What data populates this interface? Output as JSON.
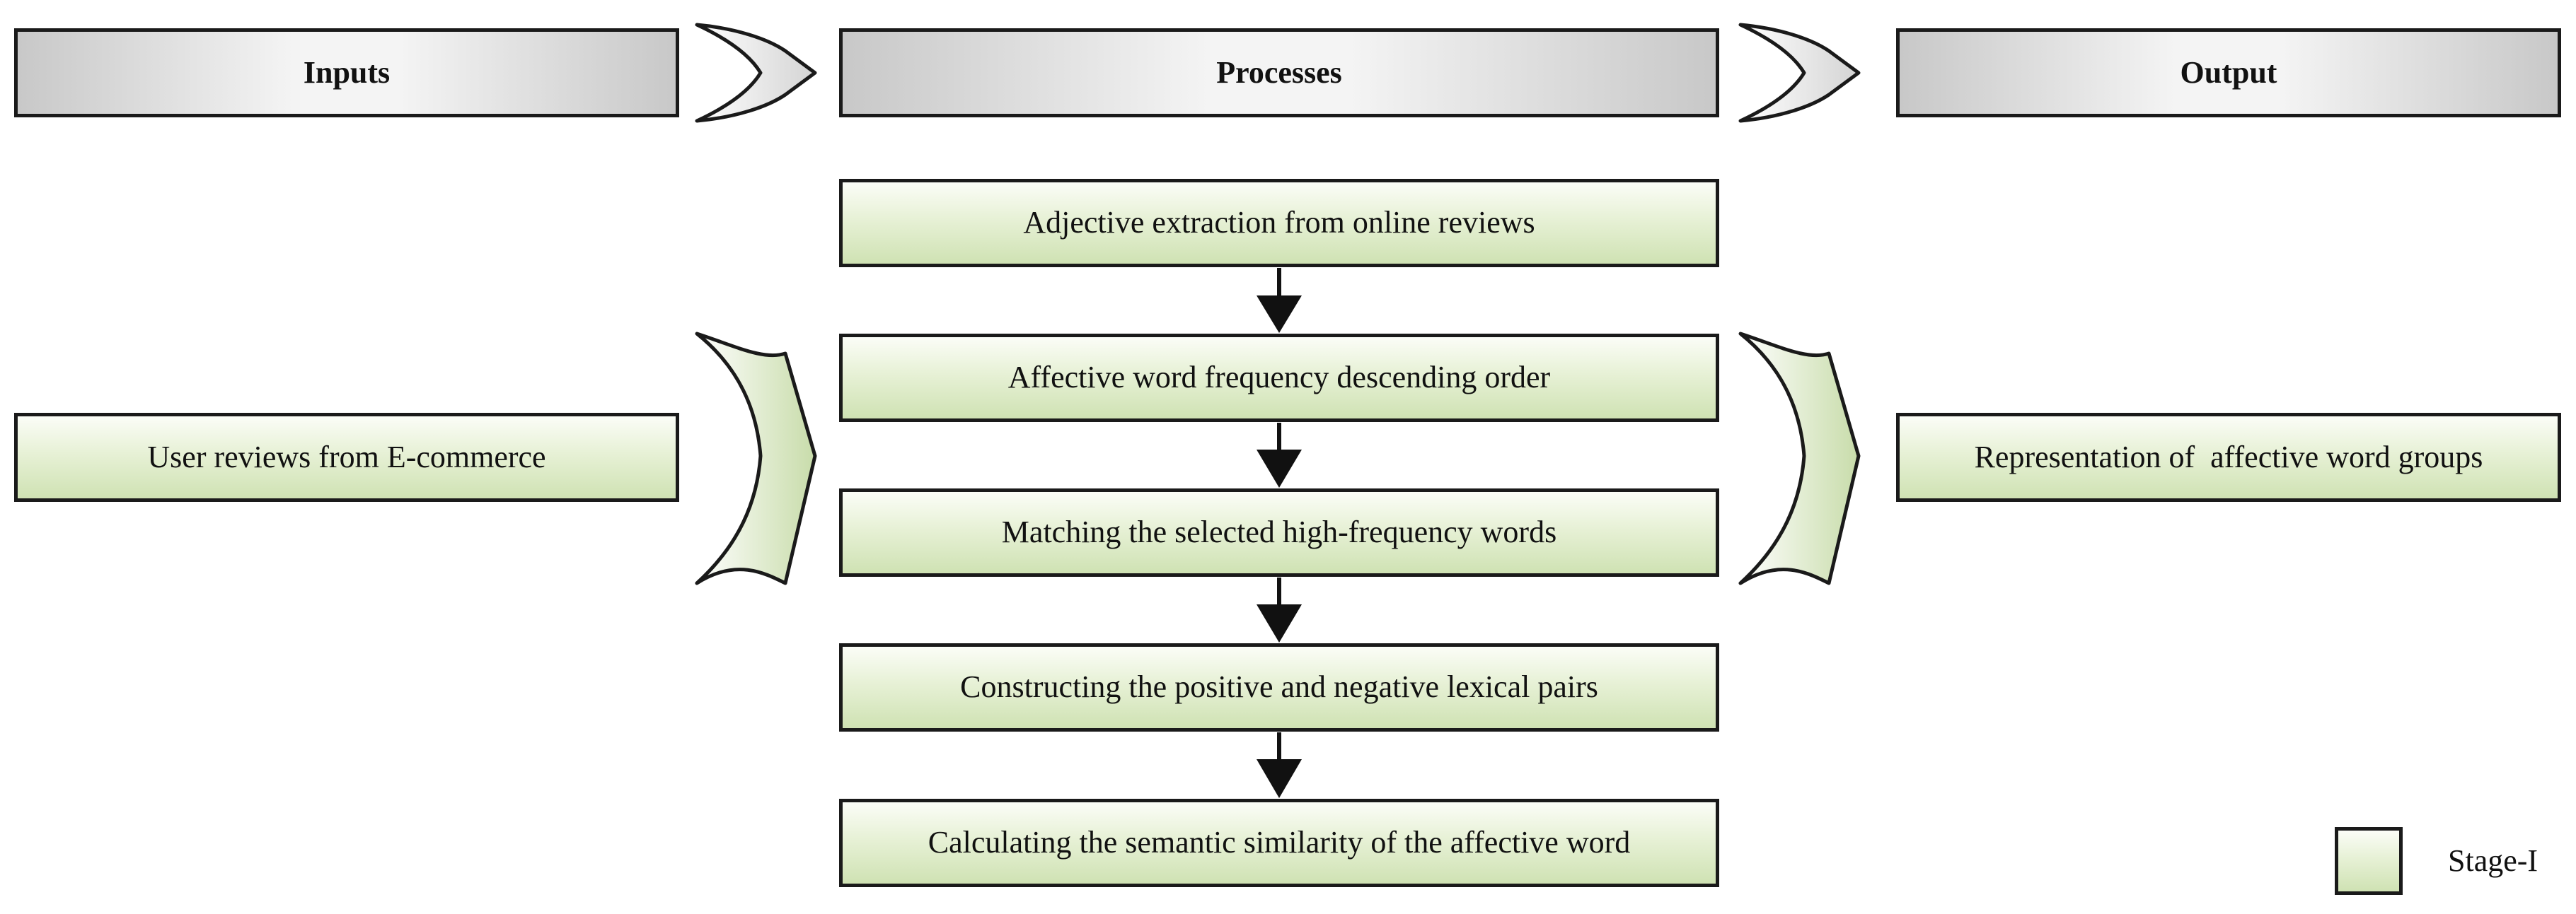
{
  "headers": {
    "inputs": "Inputs",
    "processes": "Processes",
    "output": "Output"
  },
  "input": {
    "label": "User reviews from E-commerce"
  },
  "processes": [
    {
      "label": "Adjective extraction from online reviews"
    },
    {
      "label": "Affective word frequency descending order"
    },
    {
      "label": "Matching the selected high-frequency words"
    },
    {
      "label": "Constructing the positive and negative lexical pairs"
    },
    {
      "label": "Calculating the semantic similarity of the affective word"
    }
  ],
  "output": {
    "label": "Representation of  affective word groups"
  },
  "legend": {
    "label": "Stage-I"
  },
  "colors": {
    "stage_fill": "#cfe2b3",
    "header_fill": "#c8c8c8",
    "stroke": "#1a1a1a"
  }
}
